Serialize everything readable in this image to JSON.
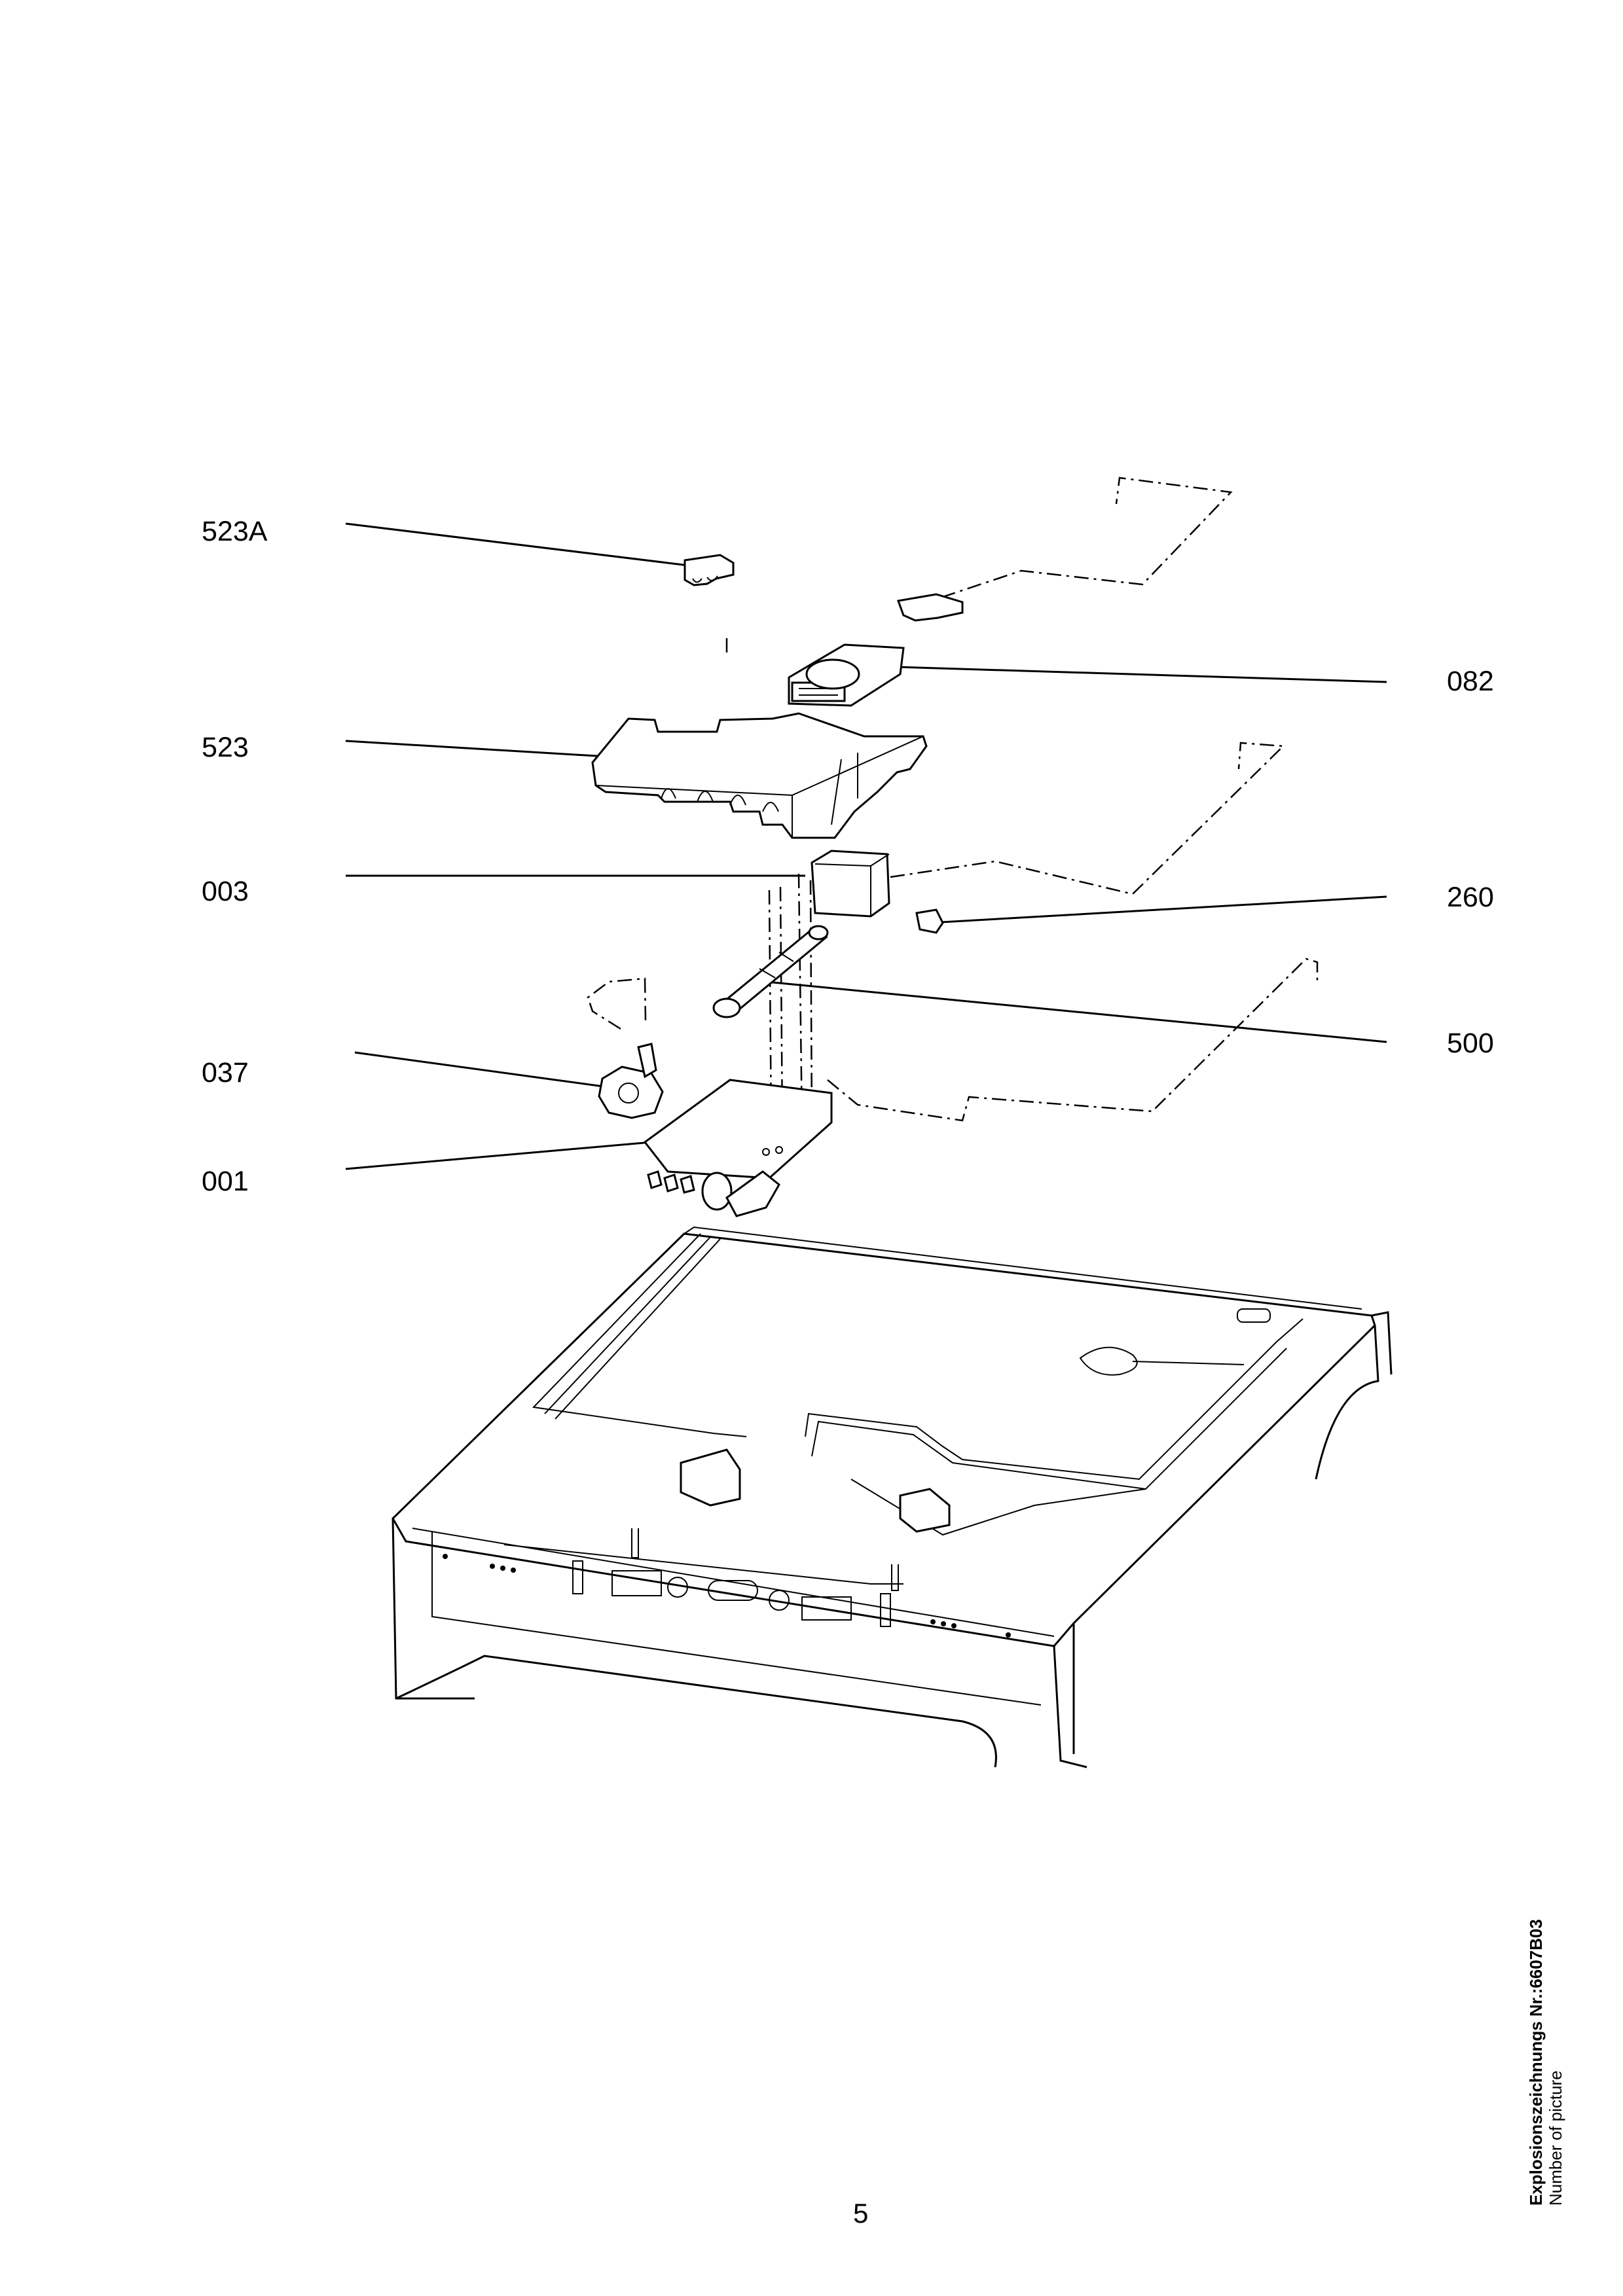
{
  "callouts": {
    "c523A": "523A",
    "c523": "523",
    "c003": "003",
    "c037": "037",
    "c001": "001",
    "c082": "082",
    "c260": "260",
    "c500": "500"
  },
  "footer": {
    "page_number": "5",
    "drawing_number": "Explosionszeichnungs Nr.:6607B03",
    "drawing_caption": "Number of picture"
  }
}
